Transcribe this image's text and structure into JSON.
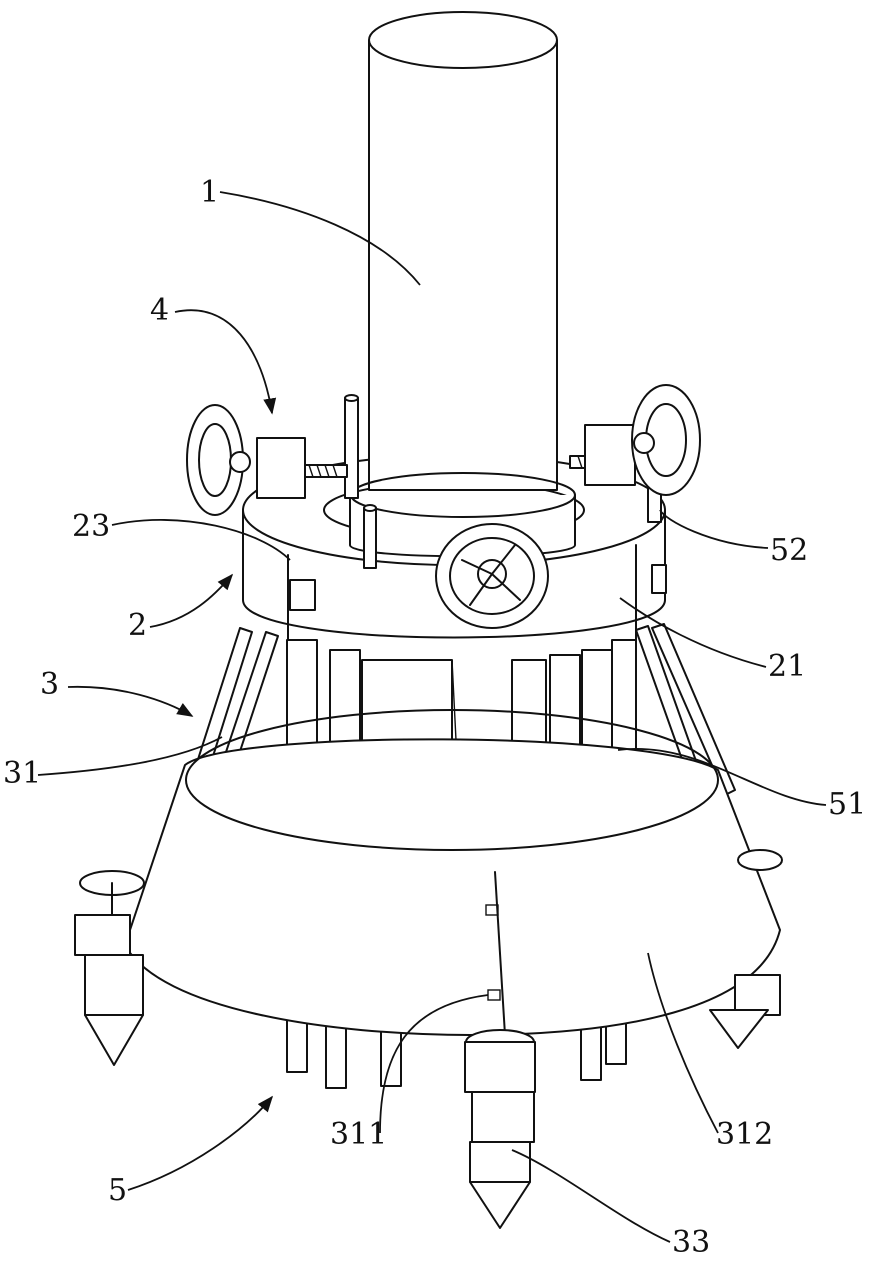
{
  "figure": {
    "labels": [
      {
        "id": "label-1",
        "text": "1"
      },
      {
        "id": "label-4",
        "text": "4"
      },
      {
        "id": "label-23",
        "text": "23"
      },
      {
        "id": "label-2",
        "text": "2"
      },
      {
        "id": "label-3",
        "text": "3"
      },
      {
        "id": "label-31",
        "text": "31"
      },
      {
        "id": "label-52",
        "text": "52"
      },
      {
        "id": "label-21",
        "text": "21"
      },
      {
        "id": "label-51",
        "text": "51"
      },
      {
        "id": "label-311",
        "text": "311"
      },
      {
        "id": "label-312",
        "text": "312"
      },
      {
        "id": "label-5",
        "text": "5"
      },
      {
        "id": "label-33",
        "text": "33"
      }
    ]
  }
}
